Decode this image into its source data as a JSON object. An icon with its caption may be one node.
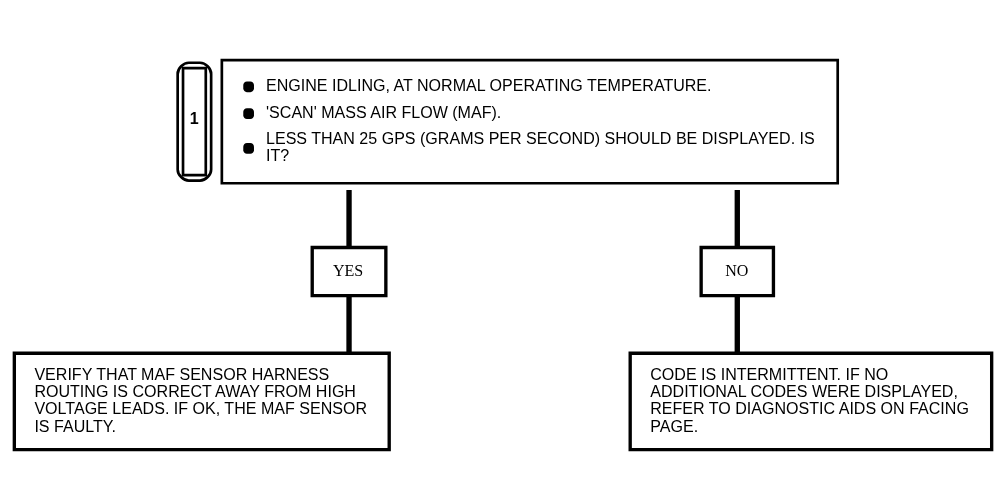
{
  "diagram": {
    "nodes": [
      {
        "text": [
          "ENGINE IDLING, AT NORMAL OPERATING TEMPERATURE.",
          "'SCAN' MASS AIR FLOW (MAF).",
          "LESS THAN 25 GPS (GRAMS PER SECOND) SHOULD BE DISPLAYED. IS IT?"
        ],
        "beside": [
          "1"
        ]
      },
      {
        "text": [
          "YES"
        ]
      },
      {
        "text": [
          "NO"
        ]
      },
      {
        "text": [
          "VERIFY THAT MAF SENSOR HARNESS ROUTING IS CORRECT AWAY FROM HIGH VOLTAGE LEADS. IF OK, THE MAF SENSOR IS FAULTY."
        ]
      },
      {
        "text": [
          "CODE IS INTERMITTENT. IF NO ADDITIONAL CODES WERE DISPLAYED, REFER TO DIAGNOSTIC AIDS ON FACING PAGE."
        ]
      }
    ],
    "edges": [
      {
        "from": 0,
        "to": 1,
        "arrow": "none"
      },
      {
        "from": 0,
        "to": 2,
        "arrow": "none"
      },
      {
        "from": 1,
        "to": 3,
        "arrow": "none"
      },
      {
        "from": 2,
        "to": 4,
        "arrow": "none"
      }
    ]
  }
}
